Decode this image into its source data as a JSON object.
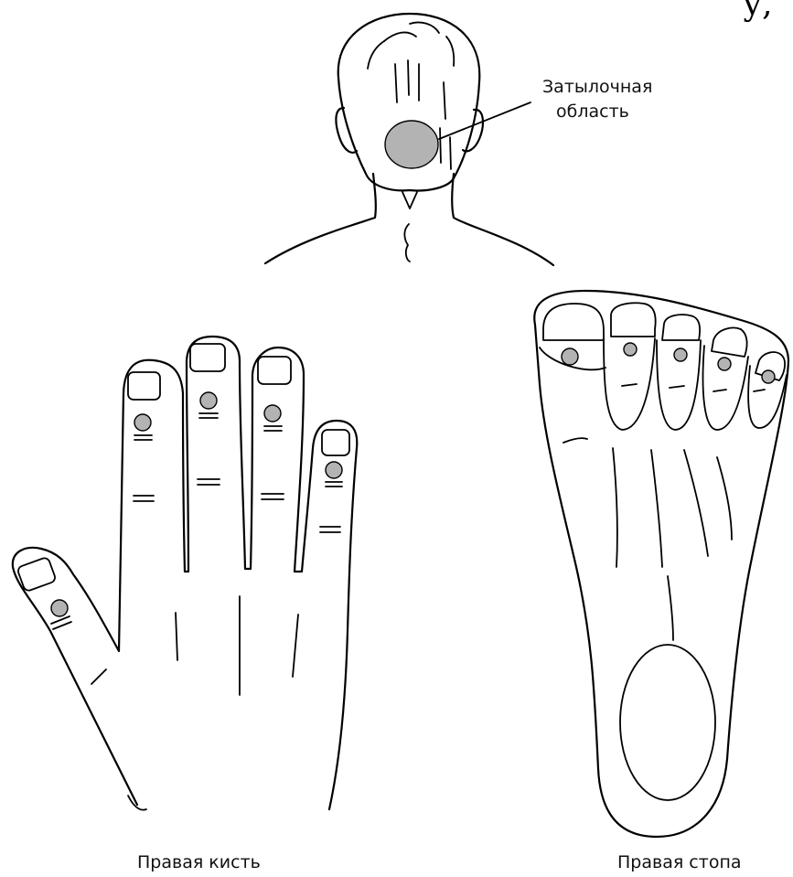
{
  "labels": {
    "top_fragment": "у,",
    "occipital_line1": "Затылочная",
    "occipital_line2": "область",
    "right_hand": "Правая кисть",
    "right_foot": "Правая стопа"
  },
  "colors": {
    "spot_fill": "#b3b3b3",
    "line": "#000000",
    "background": "#ffffff"
  }
}
